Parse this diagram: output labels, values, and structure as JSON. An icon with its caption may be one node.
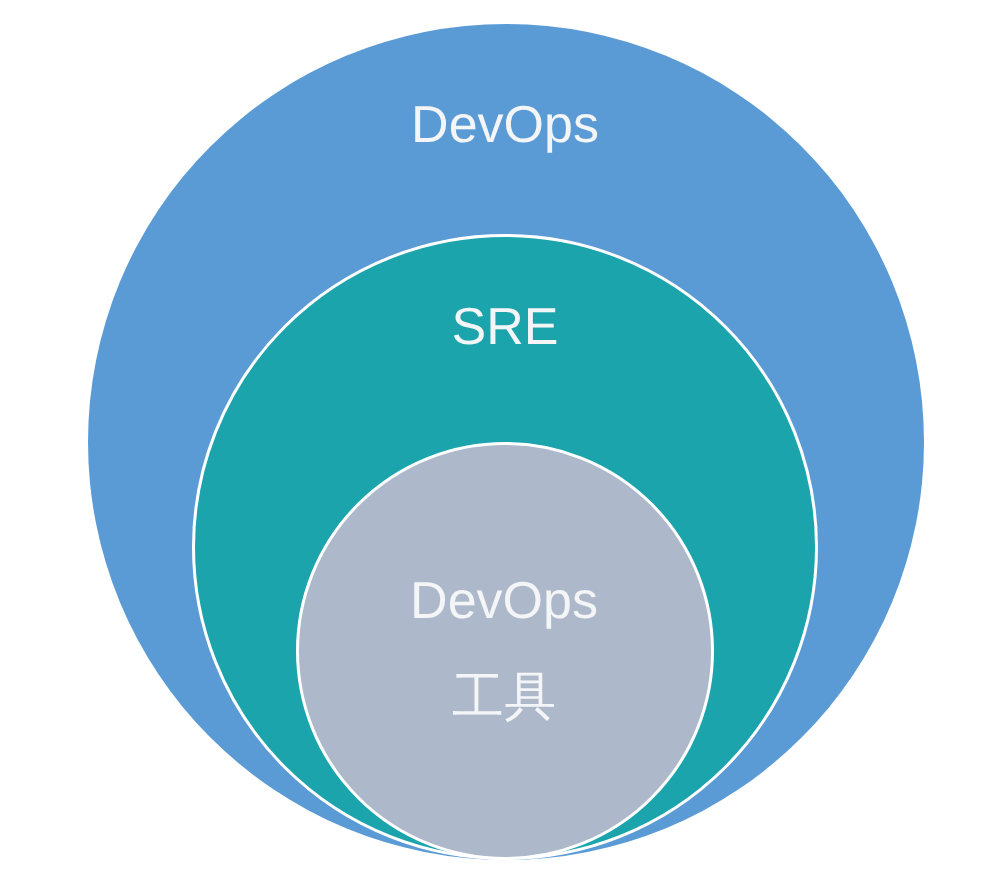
{
  "diagram": {
    "nodes": [
      {
        "text": [
          "DevOps"
        ]
      },
      {
        "text": [
          "SRE"
        ],
        "in": 0
      },
      {
        "text": [
          "DevOps 工具"
        ],
        "in": 1
      }
    ]
  }
}
